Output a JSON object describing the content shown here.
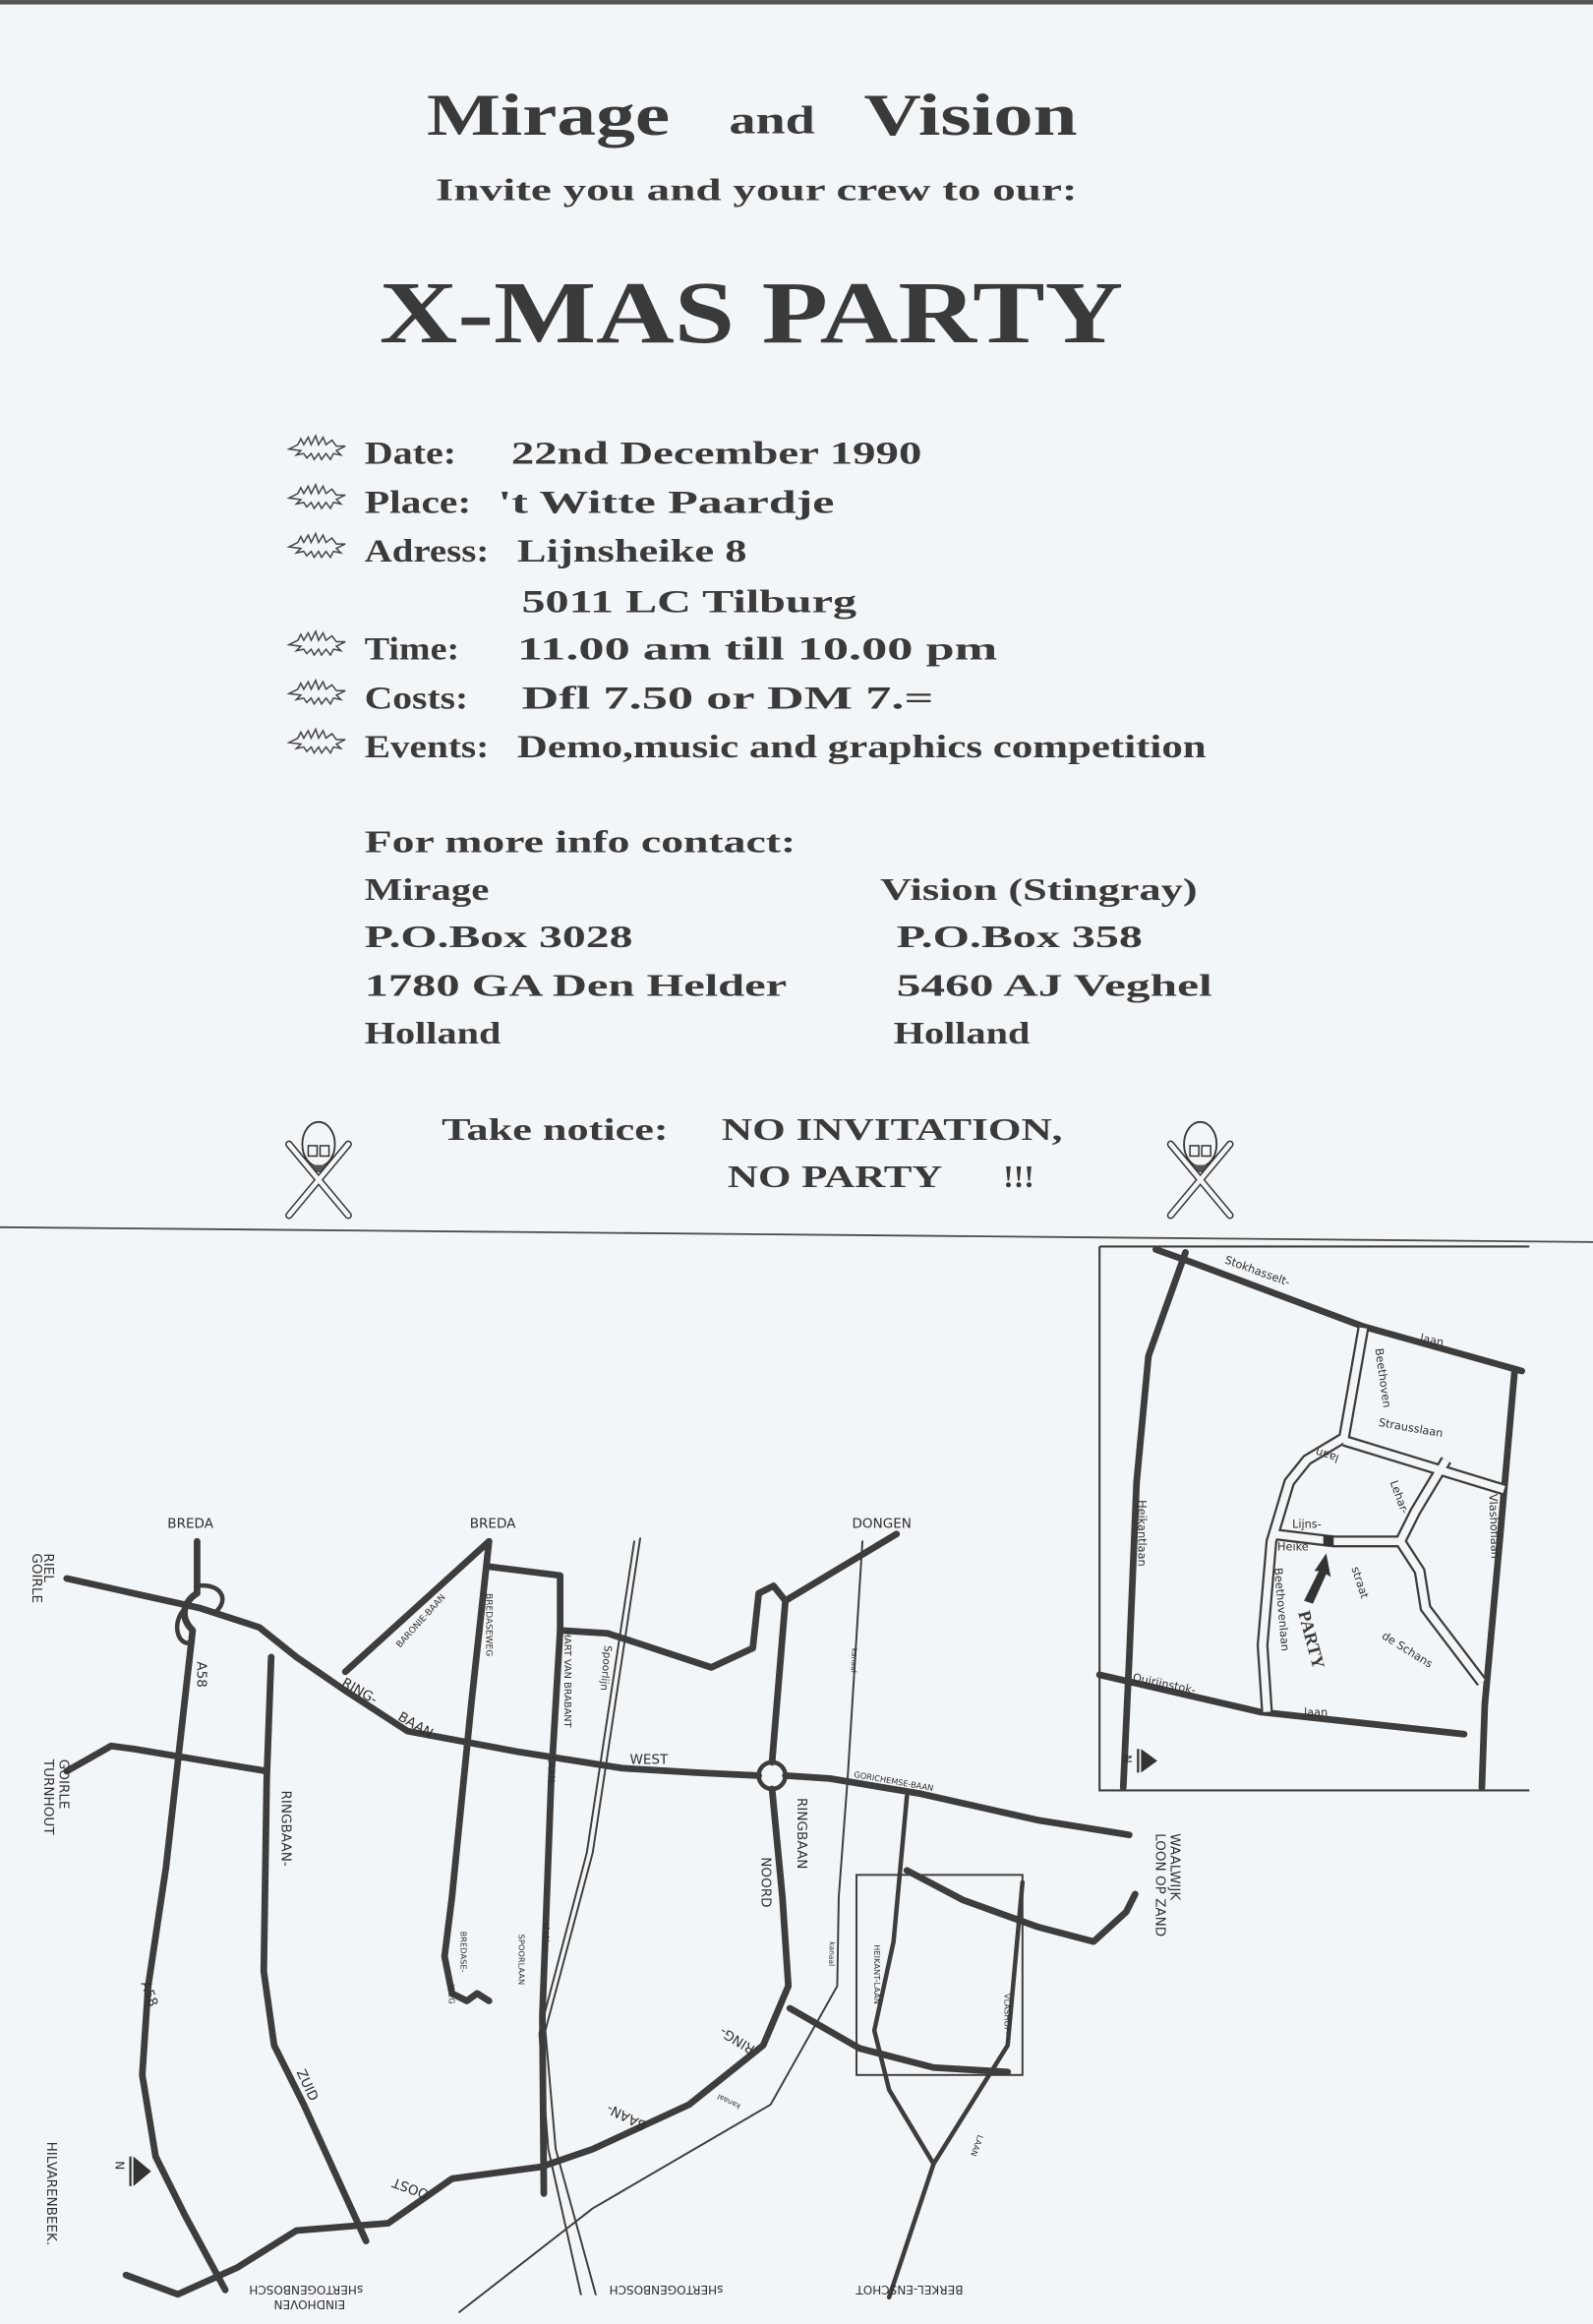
{
  "header": {
    "org1": "Mirage",
    "and": "and",
    "org2": "Vision",
    "invite": "Invite you and your crew to our:",
    "title": "X-MAS PARTY"
  },
  "details": [
    {
      "label": "Date:",
      "value": "22nd December 1990"
    },
    {
      "label": "Place:",
      "value": "'t Witte Paardje"
    },
    {
      "label": "Adress:",
      "value": "Lijnsheike 8"
    },
    {
      "label": "",
      "value": "5011 LC Tilburg"
    },
    {
      "label": "Time:",
      "value": "11.00 am till 10.00 pm"
    },
    {
      "label": "Costs:",
      "value": "Dfl 7.50 or DM 7.="
    },
    {
      "label": "Events:",
      "value": "Demo,music and graphics competition"
    }
  ],
  "contact": {
    "heading": "For more info contact:",
    "left": [
      "Mirage",
      "P.O.Box 3028",
      "1780 GA Den Helder",
      "Holland"
    ],
    "right": [
      "Vision (Stingray)",
      "P.O.Box 358",
      "5460 AJ Veghel",
      "Holland"
    ]
  },
  "notice": {
    "label": "Take notice:",
    "line1": "NO INVITATION,",
    "line2": "NO PARTY",
    "excl": "!!!"
  },
  "map": {
    "labels": [
      "BREDA",
      "BREDA",
      "DONGEN",
      "RIEL",
      "GOIRLE",
      "GOIRLE",
      "TURNHOUT",
      "A58",
      "A58",
      "BARONIE-BAAN",
      "BREDASEWEG",
      "HART VAN BRABANT",
      "LAAN",
      "Spoorlijn",
      "kanaal",
      "RING-",
      "BAAN",
      "WEST",
      "GORICHEMSE-BAAN",
      "RINGBAAN-",
      "RINGBAAN",
      "NOORD",
      "kanaal",
      "BREDASE-",
      "WEG",
      "SPOORLAAN",
      "station",
      "HEIKANT-LAAN",
      "VLASHOF-",
      "LAAN",
      "WAALWIJK",
      "LOON OP ZAND",
      "ZUID",
      "RING-",
      "BAAN-",
      "kanaal",
      "OOST",
      "HILVARENBEEK.",
      "sHERTOGENBOSCH",
      "EINDHOVEN",
      "sHERTOGENBOSCH",
      "BERKEL-ENSCHOT",
      "N"
    ],
    "inset_labels": [
      "Stokhasselt-",
      "laan",
      "Beethoven",
      "Strausslaan",
      "laan",
      "Lehar-",
      "Lijns-",
      "Heike",
      "straat",
      "Beethovenlaan",
      "PARTY",
      "de Schans",
      "Heikantlaan",
      "Vlashoflaan",
      "Quirijnstok-",
      "laan",
      "N"
    ]
  }
}
